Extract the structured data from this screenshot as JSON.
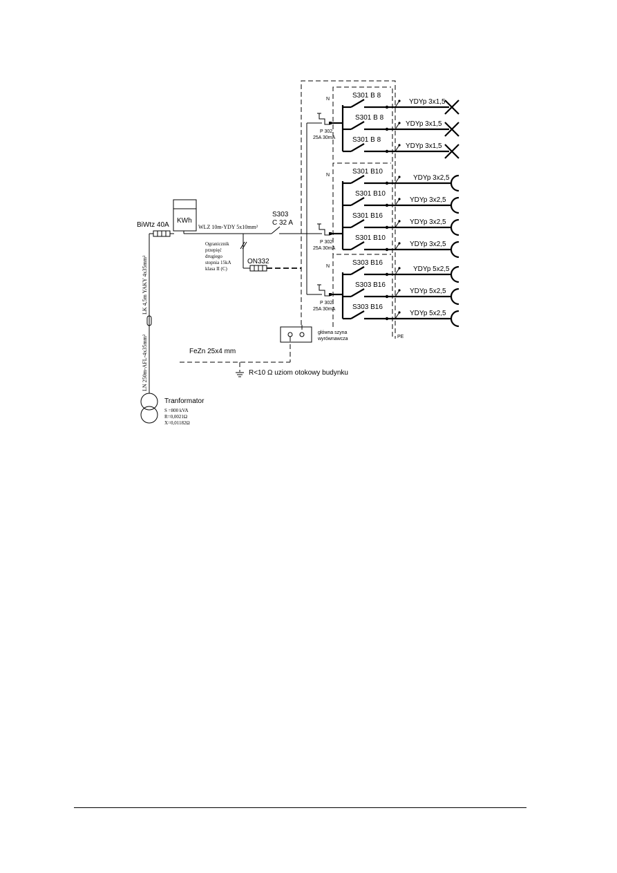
{
  "supply": {
    "transformer": {
      "label": "Tranformator",
      "params": [
        "S =800 kVA",
        "R=0,0021Ω",
        "X=0,01182Ω"
      ]
    },
    "ln_cable": "LN 250m-AFL-4x35mm²",
    "lk_cable": "LK 4,5m YAKY 4x35mm²",
    "main_fuse": "BiWtz 40A",
    "meter": "KWh",
    "wlz_cable": "WLZ 10m-YDY 5x10mm²",
    "main_breaker": [
      "S303",
      "C 32 A"
    ],
    "surge": {
      "label_lines": [
        "Ogranicznik",
        "przepięć",
        "drugiego",
        "stopnia 15kA",
        "klasa II (C)"
      ],
      "device": "ON332"
    }
  },
  "groups": [
    {
      "n_label": "N",
      "rcd": [
        "P 302",
        "25A 30mA"
      ],
      "circuits": [
        {
          "breaker": "S301 B 8",
          "cable": "YDYp 3x1,5",
          "load": "lamp"
        },
        {
          "breaker": "S301 B 8",
          "cable": "YDYp 3x1,5",
          "load": "lamp"
        },
        {
          "breaker": "S301 B 8",
          "cable": "YDYp 3x1,5",
          "load": "lamp"
        }
      ]
    },
    {
      "n_label": "N",
      "rcd": [
        "P 302",
        "25A 30mA"
      ],
      "circuits": [
        {
          "breaker": "S301 B10",
          "cable": "YDYp 3x2,5",
          "load": "socket"
        },
        {
          "breaker": "S301 B10",
          "cable": "YDYp 3x2,5",
          "load": "socket"
        },
        {
          "breaker": "S301 B16",
          "cable": "YDYp 3x2,5",
          "load": "socket"
        },
        {
          "breaker": "S301 B10",
          "cable": "YDYp 3x2,5",
          "load": "socket"
        }
      ]
    },
    {
      "n_label": "N",
      "rcd": [
        "P 302",
        "25A 30mA"
      ],
      "circuits": [
        {
          "breaker": "S303 B16",
          "cable": "YDYp 5x2,5",
          "load": "socket"
        },
        {
          "breaker": "S303 B16",
          "cable": "YDYp 5x2,5",
          "load": "socket"
        },
        {
          "breaker": "S303 B16",
          "cable": "YDYp 5x2,5",
          "load": "socket"
        }
      ]
    }
  ],
  "pe_label": "PE",
  "busbar": [
    "główna szyna",
    "wyrównawcza"
  ],
  "fezn": "FeZn 25x4 mm",
  "earth": "R<10 Ω uziom otokowy budynku"
}
